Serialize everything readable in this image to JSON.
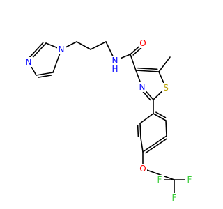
{
  "colors": {
    "background": "#ffffff",
    "bond": "#000000",
    "nitrogen": "#0000ff",
    "oxygen": "#ff0000",
    "sulfur": "#b8a100",
    "fluorine": "#33cc33"
  },
  "atoms": {
    "n_imid_1": "N",
    "n_imid_3": "N",
    "n_amide": "N",
    "h_amide": "H",
    "o_carbonyl": "O",
    "n_thiazole": "N",
    "s_thiazole": "S",
    "o_ether": "O",
    "f_left": "F",
    "f_right": "F",
    "f_bottom": "F"
  }
}
